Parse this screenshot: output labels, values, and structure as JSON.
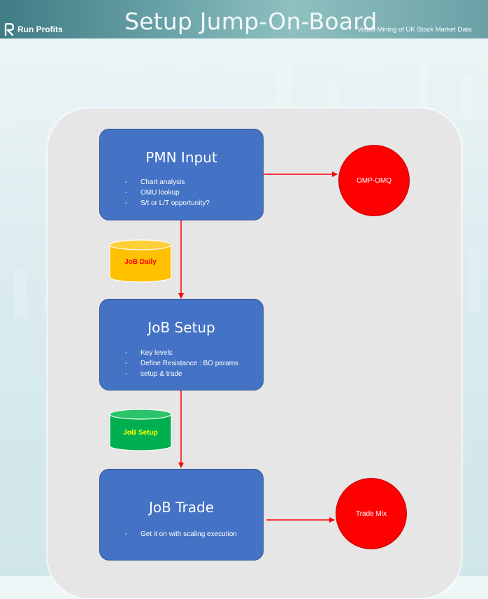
{
  "header": {
    "logo_text": "Run Profits",
    "title": "Setup Jump-On-Board",
    "subtitle": "Visual Mining of UK Stock Market Data"
  },
  "boxes": [
    {
      "title": "PMN Input",
      "bullets": [
        "Chart analysis",
        "OMU lookup",
        "S/t or L/T opportunity?"
      ]
    },
    {
      "title": "JoB Setup",
      "bullets": [
        "Key levels",
        "Define Resistance : BO params",
        "setup & trade"
      ]
    },
    {
      "title": "JoB Trade",
      "bullets": [
        "Get it on with scaling execution"
      ]
    }
  ],
  "circles": [
    {
      "label": "OMP-OMQ"
    },
    {
      "label": "Trade Mix"
    }
  ],
  "databases": [
    {
      "label": "JoB Daily"
    },
    {
      "label": "JoB Setup"
    }
  ],
  "colors": {
    "box_fill": "#4472c4",
    "circle_fill": "#ff0000",
    "db_daily_fill": "#ffc000",
    "db_daily_text": "#ff0000",
    "db_setup_fill": "#00b050",
    "db_setup_text": "#ffff00",
    "arrow": "#ff0000"
  },
  "dash_glyph": "-"
}
